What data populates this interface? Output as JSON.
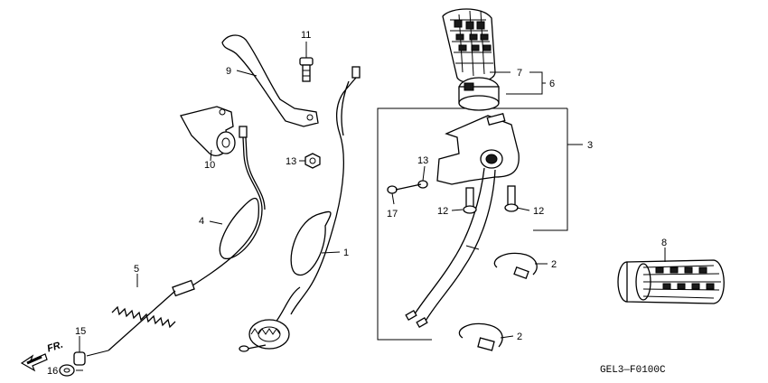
{
  "callouts": {
    "c1": "1",
    "c2a": "2",
    "c2b": "2",
    "c3": "3",
    "c4": "4",
    "c5": "5",
    "c6": "6",
    "c7": "7",
    "c8": "8",
    "c9": "9",
    "c10": "10",
    "c11": "11",
    "c12a": "12",
    "c12b": "12",
    "c13a": "13",
    "c13b": "13",
    "c15": "15",
    "c16": "16",
    "c17": "17"
  },
  "direction_label": "FR.",
  "diagram_code": "GEL3—F0100C",
  "icons": {
    "front_arrow": "front-direction-arrow-icon"
  }
}
